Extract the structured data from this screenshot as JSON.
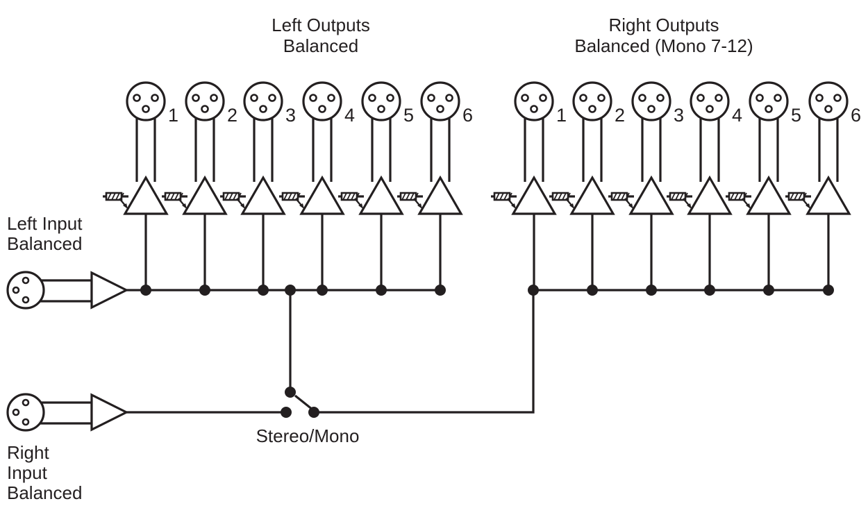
{
  "labels": {
    "left_outputs_line1": "Left Outputs",
    "left_outputs_line2": "Balanced",
    "right_outputs_line1": "Right Outputs",
    "right_outputs_line2": "Balanced (Mono 7-12)",
    "left_input_line1": "Left Input",
    "left_input_line2": "Balanced",
    "right_input_line1": "Right",
    "right_input_line2": "Input",
    "right_input_line3": "Balanced",
    "switch_label": "Stereo/Mono"
  },
  "left_outputs": [
    "1",
    "2",
    "3",
    "4",
    "5",
    "6"
  ],
  "right_outputs": [
    "1",
    "2",
    "3",
    "4",
    "5",
    "6"
  ],
  "colors": {
    "ink": "#231f20",
    "background": "#ffffff"
  }
}
